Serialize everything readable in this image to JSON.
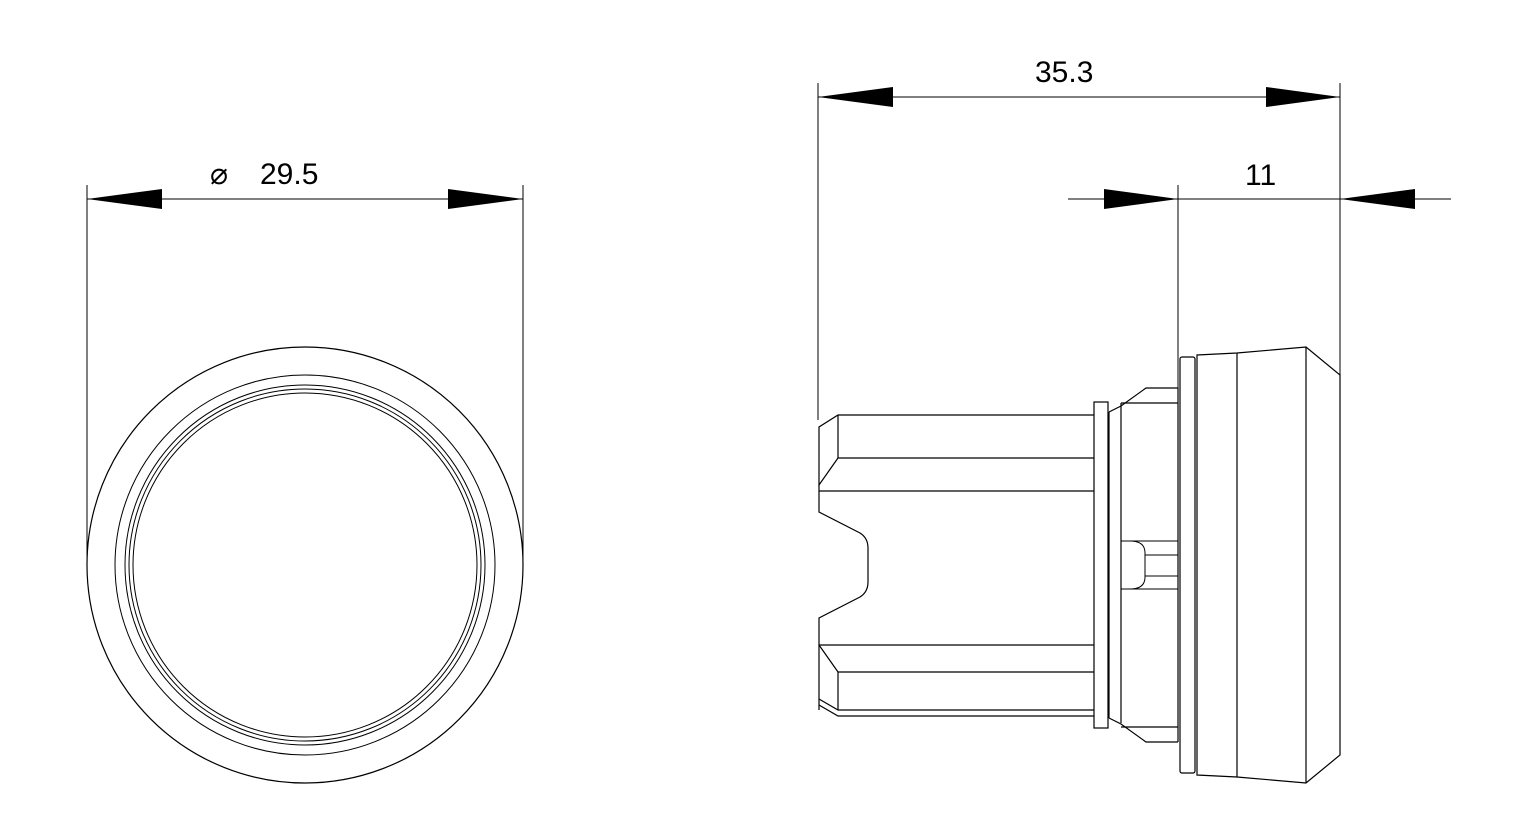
{
  "drawing": {
    "front_view": {
      "diameter_symbol": "⌀",
      "diameter_value": "29.5"
    },
    "side_view": {
      "overall_length": "35.3",
      "head_length": "11"
    },
    "colors": {
      "line": "#000000",
      "background": "#ffffff"
    }
  }
}
